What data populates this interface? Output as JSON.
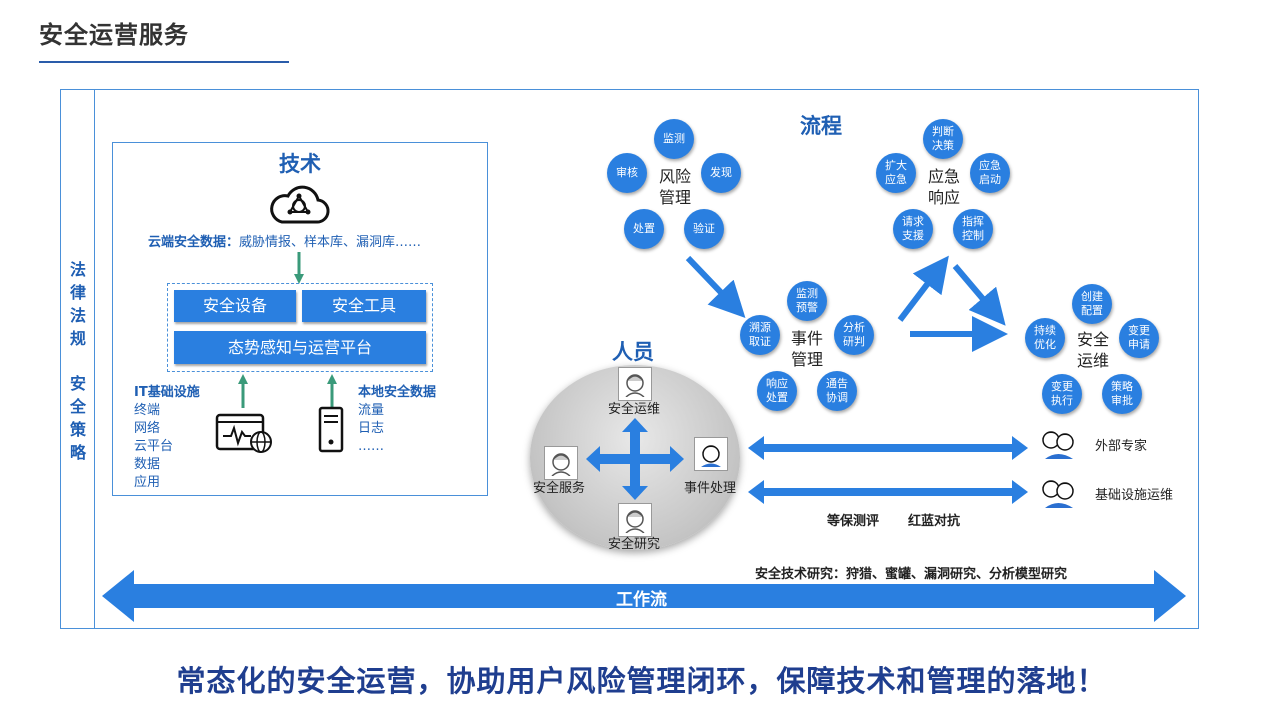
{
  "title": "安全运营服务",
  "left_bar": {
    "line1": "法律法规",
    "line2": "安全策略"
  },
  "tech": {
    "title": "技术",
    "cloud_label": "云端安全数据：",
    "cloud_items": "威胁情报、样本库、漏洞库……",
    "security_devices": "安全设备",
    "security_tools": "安全工具",
    "platform": "态势感知与运营平台",
    "it_infra": {
      "title": "IT基础设施",
      "items": [
        "终端",
        "网络",
        "云平台",
        "数据",
        "应用"
      ]
    },
    "local_data": {
      "title": "本地安全数据",
      "items": [
        "流量",
        "日志",
        "……"
      ]
    }
  },
  "process": {
    "title": "流程",
    "risk": {
      "center": "风险\n管理",
      "items": [
        "监测",
        "发现",
        "验证",
        "处置",
        "审核"
      ]
    },
    "emergency": {
      "center": "应急\n响应",
      "items": [
        "判断\n决策",
        "应急\n启动",
        "指挥\n控制",
        "请求\n支援",
        "扩大\n应急"
      ]
    },
    "event": {
      "center": "事件\n管理",
      "items": [
        "监测\n预警",
        "分析\n研判",
        "通告\n协调",
        "响应\n处置",
        "溯源\n取证"
      ]
    },
    "ops": {
      "center": "安全\n运维",
      "items": [
        "创建\n配置",
        "变更\n申请",
        "策略\n审批",
        "变更\n执行",
        "持续\n优化"
      ]
    }
  },
  "people": {
    "title": "人员",
    "top": "安全运维",
    "left": "安全服务",
    "right": "事件处理",
    "bottom": "安全研究",
    "external_expert": "外部专家",
    "infra_ops": "基础设施运维",
    "arrow_labels": [
      "等保测评",
      "红蓝对抗"
    ]
  },
  "research": "安全技术研究：狩猎、蜜罐、漏洞研究、分析模型研究",
  "workflow": "工作流",
  "slogan": "常态化的安全运营，协助用户风险管理闭环，保障技术和管理的落地！",
  "colors": {
    "accent": "#2a7fe0",
    "title_blue": "#1f5fb3",
    "slogan": "#1f3e8f"
  }
}
